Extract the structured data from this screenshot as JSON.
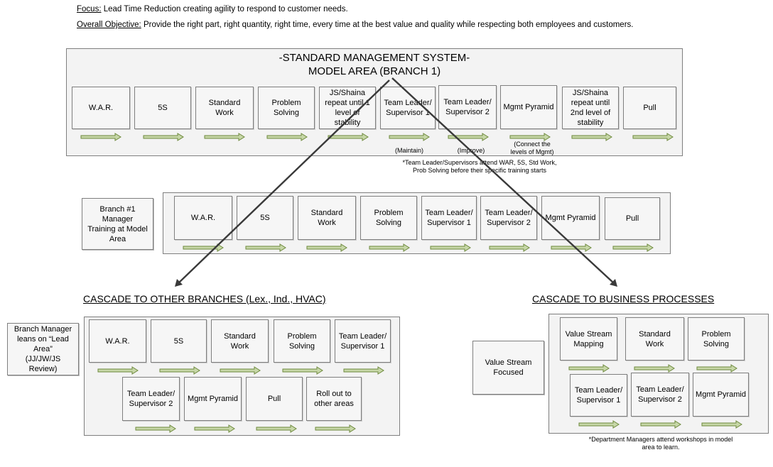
{
  "header": {
    "focus_label": "Focus:",
    "focus_text": "Lead Time Reduction creating agility to respond to customer needs.",
    "objective_label": "Overall Objective:",
    "objective_text": "Provide the right part, right quantity, right time, every time at the best value and quality while respecting both employees and customers."
  },
  "model_area": {
    "title_line1": "-STANDARD MANAGEMENT SYSTEM-",
    "title_line2": "MODEL AREA (BRANCH 1)",
    "steps": [
      "W.A.R.",
      "5S",
      "Standard\nWork",
      "Problem\nSolving",
      "JS/Shaina\nrepeat until 1\nlevel of\nstability",
      "Team Leader/\nSupervisor 1",
      "Team Leader/\nSupervisor 2",
      "Mgmt Pyramid",
      "JS/Shaina\nrepeat until\n2nd level of\nstability",
      "Pull"
    ],
    "label_maintain": "(Maintain)",
    "label_improve": "(Improve)",
    "label_connect": "(Connect the\nlevels of Mgmt)",
    "footnote": "*Team Leader/Supervisors attend WAR, 5S, Std Work,\nProb Solving before their specific training starts"
  },
  "branch_manager_training": {
    "side_label": "Branch #1 Manager\nTraining at Model\nArea",
    "steps": [
      "W.A.R.",
      "5S",
      "Standard\nWork",
      "Problem\nSolving",
      "Team Leader/\nSupervisor 1",
      "Team Leader/\nSupervisor 2",
      "Mgmt Pyramid",
      "Pull"
    ]
  },
  "cascade_branches": {
    "heading": "CASCADE TO OTHER BRANCHES (Lex., Ind., HVAC)",
    "side_label": "Branch Manager\nleans on “Lead\nArea”\n(JJ/JW/JS Review)",
    "row1": [
      "W.A.R.",
      "5S",
      "Standard\nWork",
      "Problem\nSolving",
      "Team Leader/\nSupervisor 1"
    ],
    "row2": [
      "Team Leader/\nSupervisor 2",
      "Mgmt Pyramid",
      "Pull",
      "Roll out to\nother areas"
    ]
  },
  "cascade_processes": {
    "heading": "CASCADE TO BUSINESS PROCESSES",
    "side_label": "Value Stream\nFocused",
    "row1": [
      "Value Stream\nMapping",
      "Standard\nWork",
      "Problem\nSolving"
    ],
    "row2": [
      "Team Leader/\nSupervisor 1",
      "Team Leader/\nSupervisor 2",
      "Mgmt Pyramid"
    ],
    "footnote": "*Department Managers attend workshops in model\narea to learn."
  },
  "colors": {
    "box_fill": "#f6f6f6",
    "frame_fill": "#f3f3f3",
    "border": "#7f7f7f",
    "arrow_fill": "#c7d7a8",
    "arrow_stroke": "#6e8a3d",
    "connector": "#3a3a3a"
  }
}
